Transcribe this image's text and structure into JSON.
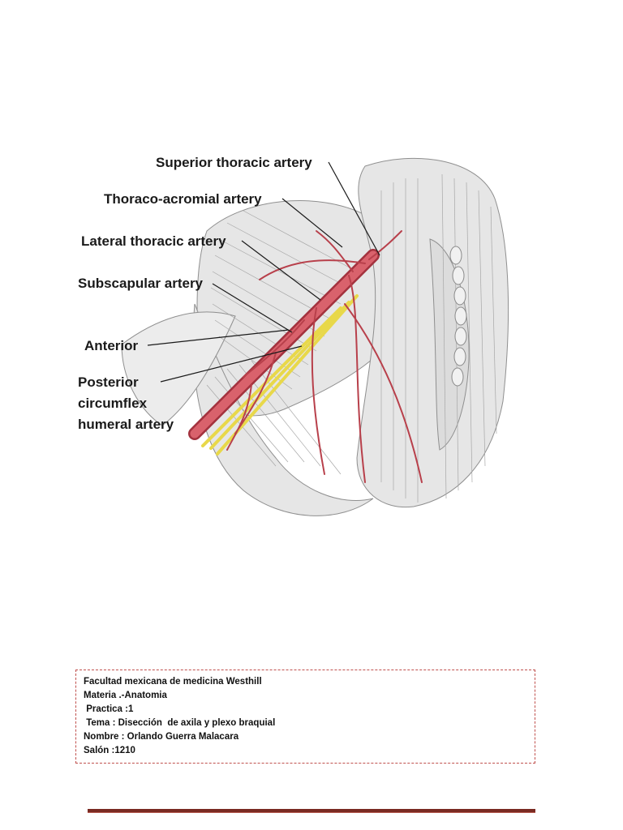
{
  "figure": {
    "labels": {
      "superior_thoracic": "Superior thoracic artery",
      "thoraco_acromial": "Thoraco-acromial artery",
      "lateral_thoracic": "Lateral thoracic artery",
      "subscapular": "Subscapular artery",
      "anterior": "Anterior",
      "posterior_line1": "Posterior",
      "posterior_line2": "circumflex",
      "posterior_line3": "humeral artery"
    },
    "colors": {
      "artery": "#d9626c",
      "artery_dark": "#a3323e",
      "nerve": "#e8d84a",
      "muscle_stroke": "#8f8f8f",
      "muscle_fill": "#e4e4e4"
    }
  },
  "info": {
    "line1": "Facultad mexicana de medicina Westhill",
    "line2": "Materia .-Anatomia",
    "line3": " Practica :1",
    "line4": " Tema : Disección  de axila y plexo braquial",
    "line5": "Nombre : Orlando Guerra Malacara",
    "line6": "Salón :1210"
  },
  "colors": {
    "box_border": "#c0504d",
    "footer_rule": "#7a2a22"
  }
}
